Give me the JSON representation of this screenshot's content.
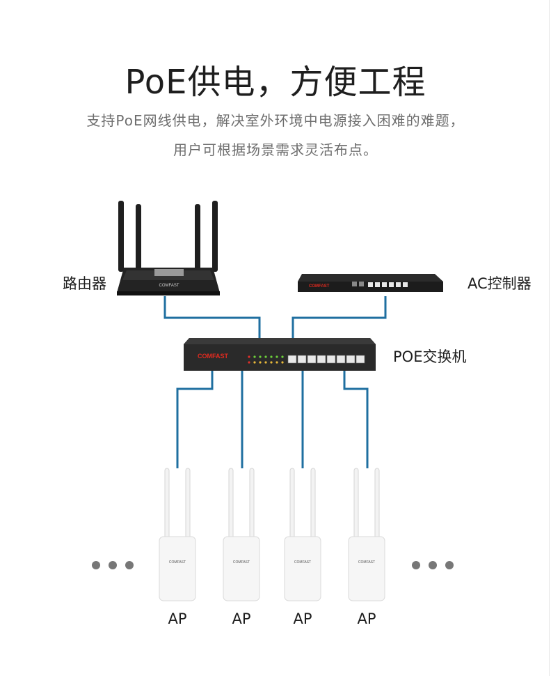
{
  "header": {
    "title": "PoE供电，方便工程",
    "subtitle_line1": "支持PoE网线供电，解决室外环境中电源接入困难的难题，",
    "subtitle_line2": "用户可根据场景需求灵活布点。"
  },
  "devices": {
    "router_label": "路由器",
    "ac_label": "AC控制器",
    "switch_label": "POE交换机",
    "brand": "COMFAST",
    "ap_brand": "COMFAST"
  },
  "access_points": [
    {
      "label": "AP"
    },
    {
      "label": "AP"
    },
    {
      "label": "AP"
    },
    {
      "label": "AP"
    }
  ],
  "colors": {
    "cable": "#1f6fa0",
    "device_dark": "#2a2a2a",
    "brand_red": "#e02a1f",
    "ap_body": "#f6f6f6",
    "dots": "#777777"
  }
}
